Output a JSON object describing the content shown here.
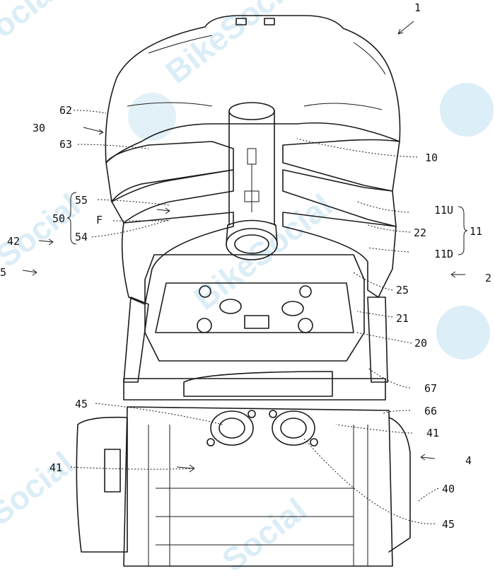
{
  "watermark": {
    "text": "BikeSocial",
    "fragment_a": "eSocial",
    "fragment_b": "Social",
    "color": "#bfe0f0"
  },
  "labels": {
    "l1": "1",
    "l2": "2",
    "l4": "4",
    "l5": "5",
    "l10": "10",
    "l11": "11",
    "l11U": "11U",
    "l11D": "11D",
    "l20": "20",
    "l21": "21",
    "l22": "22",
    "l25": "25",
    "l30": "30",
    "l40": "40",
    "l41a": "41",
    "l41b": "41",
    "l42": "42",
    "l45a": "45",
    "l45b": "45",
    "l50": "50",
    "l54": "54",
    "l55": "55",
    "l62": "62",
    "l63": "63",
    "l66": "66",
    "l67": "67",
    "lF": "F"
  }
}
